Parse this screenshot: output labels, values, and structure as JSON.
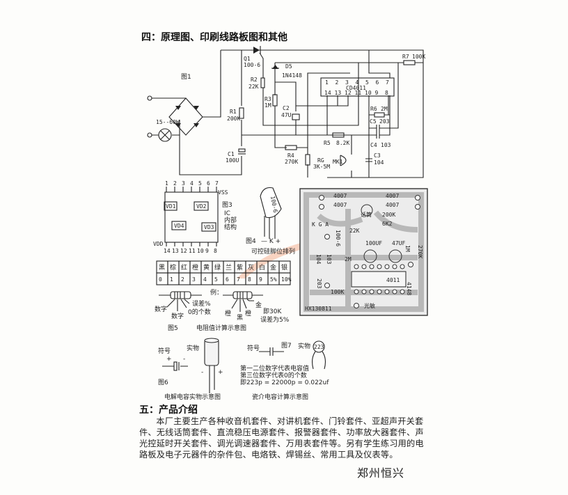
{
  "section4": {
    "title": "四：原理图、印刷线路板图和其他"
  },
  "schematic": {
    "fig_label": "图1",
    "lamp": "15--60W",
    "q1": {
      "name": "Q1",
      "value": "100-6"
    },
    "d5": {
      "name": "D5",
      "value": "1N4148"
    },
    "r1": {
      "name": "R1",
      "value": "200K"
    },
    "r2": {
      "name": "R2",
      "value": "22K"
    },
    "r3": {
      "name": "R3",
      "value": "1M"
    },
    "r4": {
      "name": "R4",
      "value": "270K"
    },
    "r5": {
      "name": "R5",
      "value": "8.2K"
    },
    "r6": {
      "name": "R6",
      "value": "2M"
    },
    "r7": {
      "name": "R7",
      "value": "100K"
    },
    "c1": {
      "name": "C1",
      "value": "100U"
    },
    "c2": {
      "name": "C2",
      "value": "47U"
    },
    "c3": {
      "name": "C3",
      "value": "104"
    },
    "c4": {
      "name": "C4",
      "value": "103"
    },
    "c5": {
      "name": "C5",
      "value": "203"
    },
    "rg": {
      "name": "RG",
      "value": "3K-5M"
    },
    "mk1": {
      "name": "MK1"
    },
    "ic": {
      "name": "CD4011",
      "top_pins": [
        "1",
        "2",
        "3",
        "4",
        "5",
        "6",
        "7"
      ],
      "bottom_pins": [
        "14",
        "13",
        "12",
        "11",
        "10",
        "9",
        "8"
      ]
    }
  },
  "fig3": {
    "top_pins": [
      "1",
      "2",
      "3",
      "4",
      "5",
      "6",
      "7"
    ],
    "bottom_pins": [
      "14",
      "13",
      "12",
      "11",
      "10",
      "9",
      "8"
    ],
    "vss": "VSS",
    "vdd": "VDD",
    "gates": [
      "VD1",
      "VD2",
      "VD4",
      "VD3"
    ],
    "label": "图3",
    "caption": [
      "IC",
      "内部",
      "结构"
    ]
  },
  "fig4": {
    "marking": "100-6",
    "label": "图4",
    "pins": "— K +",
    "caption": "可控硅脚位排列"
  },
  "color_table": {
    "colors": [
      "黑",
      "棕",
      "红",
      "橙",
      "黄",
      "绿",
      "兰",
      "紫",
      "灰",
      "白",
      "金",
      "银"
    ],
    "values": [
      "0",
      "1",
      "2",
      "3",
      "4",
      "5",
      "6",
      "7",
      "8",
      "9",
      "5%",
      "10%"
    ]
  },
  "fig5": {
    "example": "例：",
    "left_labels": [
      "数字",
      "数字",
      "0的个数",
      "误差%"
    ],
    "right_labels": [
      "橙",
      "黑",
      "橙",
      "金"
    ],
    "result": [
      "即30K",
      "误差为5%"
    ],
    "label": "图5",
    "caption": "电阻值计算示意图"
  },
  "fig6": {
    "symbol": "符号",
    "real": "实物",
    "label": "图6",
    "caption": "电解电容实物示意图"
  },
  "fig7": {
    "symbol": "符号",
    "label": "图7",
    "real": "实物",
    "marking": "223",
    "notes": [
      "第一二位数字代表电容值",
      "第三位数字代表0的个数",
      "即223p = 22000p = 0.022uf"
    ],
    "caption": "瓷介电容计算示意图"
  },
  "pcb": {
    "labels": [
      "4007",
      "4007",
      "4007",
      "4007",
      "200K",
      "6K2",
      "22K",
      "100UF",
      "47UF",
      "1M",
      "270K",
      "2M",
      "4011",
      "4148",
      "100K",
      "104",
      "103",
      "100-6",
      "203",
      "话筒",
      "光敏",
      "K G A"
    ],
    "board_id": "HX130811"
  },
  "watermark": "SOI",
  "section5": {
    "title": "五：产品介绍",
    "body": "本厂主要生产各种收音机套件、对讲机套件、门铃套件、亚超声开关套件、无线话筒套件、直流稳压电源套件、报警器套件、功率放大器套件、声光控延时开关套件、调光调速器套件、万用表套件等。另有学生练习用的电路板及电子元器件的杂件包、电烙铁、焊锡丝、常用工具及仪表等。",
    "signature": "郑州恒兴"
  }
}
